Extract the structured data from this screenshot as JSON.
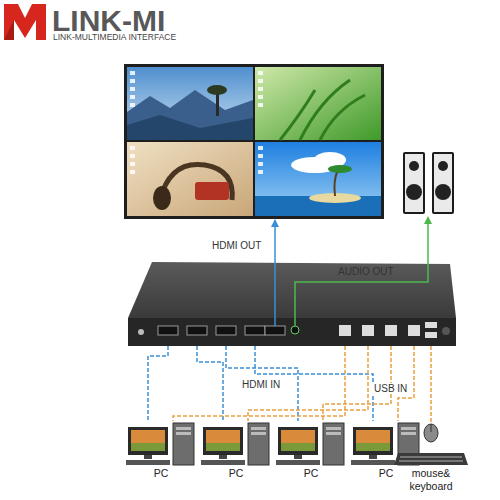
{
  "diagram": {
    "nodes": [
      {
        "text": [
          "PC"
        ]
      },
      {
        "text": [
          "PC"
        ]
      },
      {
        "text": [
          "PC"
        ]
      },
      {
        "text": [
          "PC"
        ]
      },
      {
        "text": [
          "mouse& keyboard"
        ]
      }
    ],
    "labels": [
      "LINK-MI",
      "LINK-MULTIMEDIA INTERFACE",
      "HDMI OUT",
      "AUDIO OUT",
      "HDMI IN",
      "USB IN"
    ]
  }
}
